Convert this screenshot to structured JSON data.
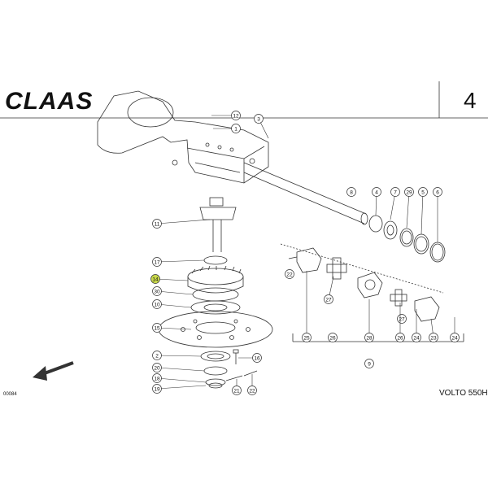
{
  "header": {
    "brand": "CLAAS",
    "page_number": "4"
  },
  "footer": {
    "model": "VOLTO 550H",
    "doc_number": "00084"
  },
  "colors": {
    "line": "#333333",
    "highlight": "#c8d84a"
  },
  "highlighted_callout": "14",
  "icons": {
    "direction_arrow": "arrow-southwest-icon"
  },
  "callouts": [
    {
      "label": "12"
    },
    {
      "label": "1"
    },
    {
      "label": "3"
    },
    {
      "label": "8"
    },
    {
      "label": "4"
    },
    {
      "label": "7"
    },
    {
      "label": "29"
    },
    {
      "label": "5"
    },
    {
      "label": "6"
    },
    {
      "label": "11"
    },
    {
      "label": "17"
    },
    {
      "label": "14"
    },
    {
      "label": "30"
    },
    {
      "label": "10"
    },
    {
      "label": "15"
    },
    {
      "label": "2"
    },
    {
      "label": "16"
    },
    {
      "label": "20"
    },
    {
      "label": "18"
    },
    {
      "label": "19"
    },
    {
      "label": "21"
    },
    {
      "label": "22"
    },
    {
      "label": "22"
    },
    {
      "label": "27"
    },
    {
      "label": "25"
    },
    {
      "label": "26"
    },
    {
      "label": "28"
    },
    {
      "label": "27"
    },
    {
      "label": "26"
    },
    {
      "label": "24"
    },
    {
      "label": "23"
    },
    {
      "label": "24"
    },
    {
      "label": "9"
    }
  ]
}
